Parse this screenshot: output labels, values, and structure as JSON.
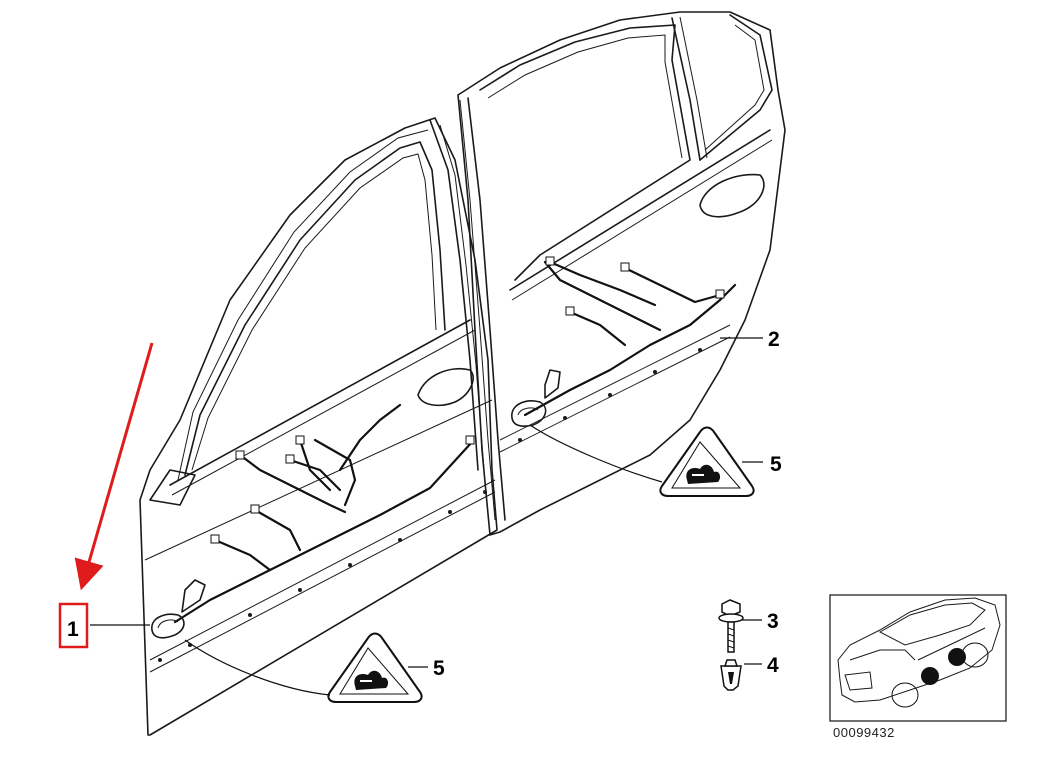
{
  "callouts": {
    "part1": "1",
    "part2": "2",
    "part3": "3",
    "part4": "4",
    "part5_front": "5",
    "part5_rear": "5"
  },
  "reference_number": "00099432",
  "highlight": {
    "marked_part": "1",
    "color": "#e01b1b"
  },
  "colors": {
    "line": "#1a1a1a",
    "background": "#ffffff",
    "highlight": "#e01b1b"
  },
  "icons": [
    "door-wiring-harness",
    "warning-triangle-label",
    "bolt",
    "clip-nut",
    "car-location-thumbnail"
  ]
}
